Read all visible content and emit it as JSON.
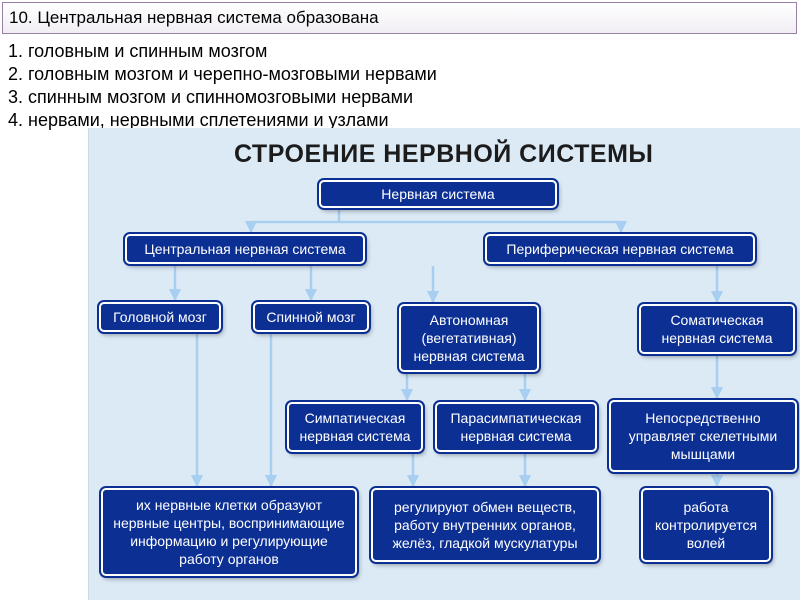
{
  "question": {
    "title": "10. Центральная нервная система образована",
    "options": [
      "1. головным и спинным мозгом",
      "2. головным мозгом и черепно-мозговыми нервами",
      "3. спинным мозгом и спинномозговыми нервами",
      "4. нервами, нервными сплетениями и узлами"
    ]
  },
  "diagram": {
    "title": "СТРОЕНИЕ НЕРВНОЙ СИСТЕМЫ",
    "nodes": {
      "root": "Нервная система",
      "cns": "Центральная нервная система",
      "pns": "Периферическая нервная система",
      "brain": "Головной мозг",
      "spinal": "Спинной мозг",
      "autonomic": "Автономная (вегетативная) нервная система",
      "somatic": "Соматическая нервная система",
      "sympathetic": "Симпатическая нервная система",
      "parasympathetic": "Парасимпатическая нервная система",
      "somatic_function": "Непосредственно управляет скелетными мышцами",
      "cns_function": "их нервные клетки образуют нервные центры, воспринимающие информацию и регулирующие работу органов",
      "autonomic_function": "регулируют обмен веществ, работу внутренних органов, желёз, гладкой мускулатуры",
      "somatic_control": "работа контролируется волей"
    }
  },
  "colors": {
    "box_fill": "#0c2f94",
    "box_text": "#ffffff",
    "connector": "#a9cff0",
    "panel_bg": "#dceaf6"
  }
}
